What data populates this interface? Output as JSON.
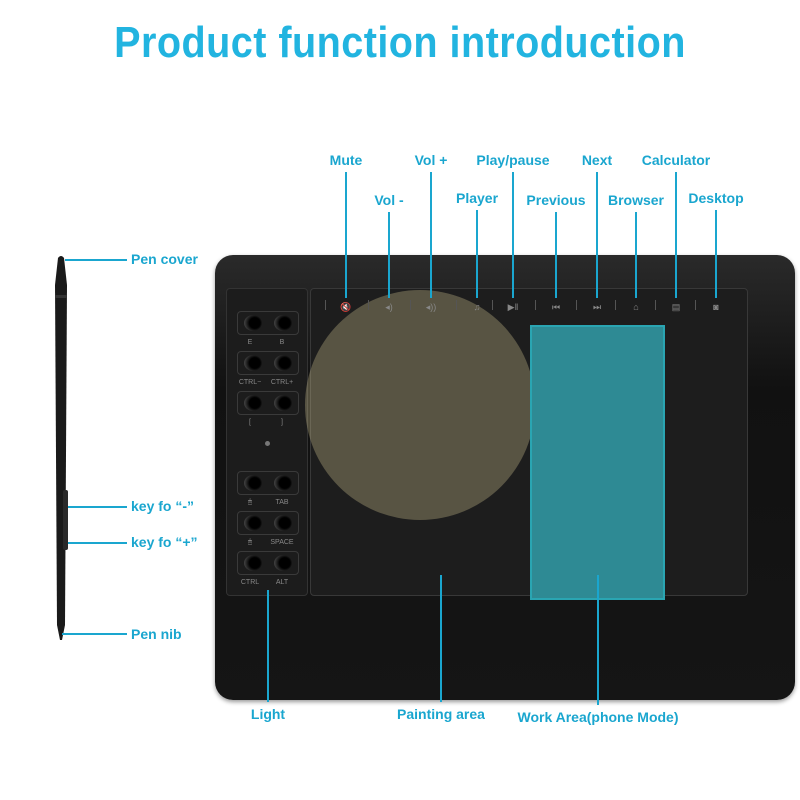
{
  "title": "Product function introduction",
  "hotkeys": [
    {
      "label": "Mute",
      "glyph": "🔇"
    },
    {
      "label": "Vol -",
      "glyph": "◂)"
    },
    {
      "label": "Vol +",
      "glyph": "◂))"
    },
    {
      "label": "Player",
      "glyph": "♫"
    },
    {
      "label": "Play/pause",
      "glyph": "▶‖"
    },
    {
      "label": "Previous",
      "glyph": "⏮"
    },
    {
      "label": "Next",
      "glyph": "⏭"
    },
    {
      "label": "Browser",
      "glyph": "⌂"
    },
    {
      "label": "Calculator",
      "glyph": "▤"
    },
    {
      "label": "Desktop",
      "glyph": "◙"
    }
  ],
  "pen_labels": {
    "cover": "Pen cover",
    "minus": "key fo “-”",
    "plus": "key fo “+”",
    "nib": "Pen nib"
  },
  "bottom_labels": {
    "light": "Light",
    "painting": "Painting area",
    "work": "Work Area(phone Mode)"
  },
  "keys": [
    [
      "E",
      "B"
    ],
    [
      "CTRL−",
      "CTRL+"
    ],
    [
      "[",
      "]"
    ],
    [
      "🖱",
      "TAB"
    ],
    [
      "🖱",
      "SPACE"
    ],
    [
      "CTRL",
      "ALT"
    ]
  ],
  "colors": {
    "accent": "#1aa6cf",
    "title": "#22b4e0",
    "work_area": "#2e8a94"
  }
}
